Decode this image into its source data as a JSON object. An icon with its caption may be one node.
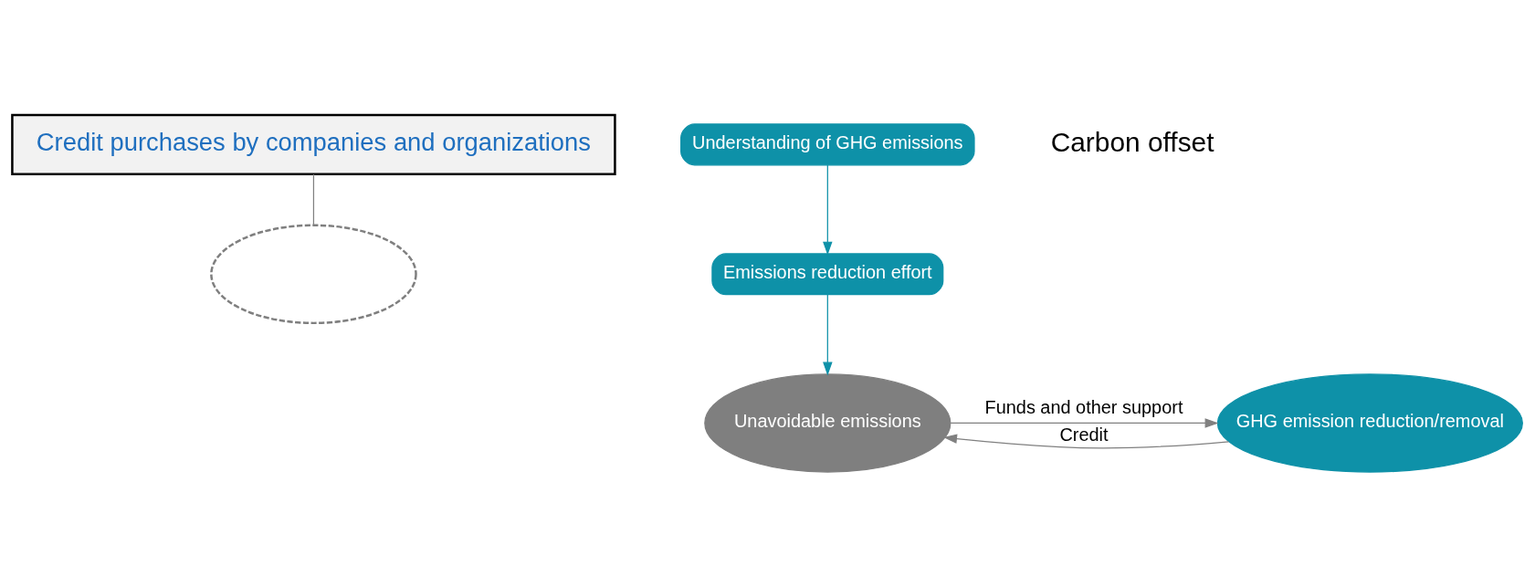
{
  "diagram": {
    "nodes": [
      {
        "text": [
          "Credit purchases by companies and organizations"
        ]
      },
      {
        "text": [
          "Understanding of GHG emissions"
        ]
      },
      {
        "text": [
          "Emissions reduction effort"
        ]
      },
      {
        "text": [
          "Unavoidable emissions"
        ]
      },
      {
        "text": [],
        "shape": "cloud"
      },
      {
        "text": [
          "GHG emission reduction/removal"
        ]
      }
    ],
    "edges": [
      {
        "from": 1,
        "to": 2,
        "arrow": "to",
        "color": "#0e91a8"
      },
      {
        "from": 2,
        "to": 3,
        "arrow": "to",
        "color": "#0e91a8"
      },
      {
        "from": 3,
        "to": 5,
        "arrow": "to",
        "label": "Funds and other support"
      },
      {
        "from": 5,
        "to": 3,
        "arrow": "to",
        "label": "Credit"
      },
      {
        "from": 0,
        "to": 4,
        "arrow": "none"
      }
    ],
    "labels": [
      "Carbon offset"
    ]
  }
}
